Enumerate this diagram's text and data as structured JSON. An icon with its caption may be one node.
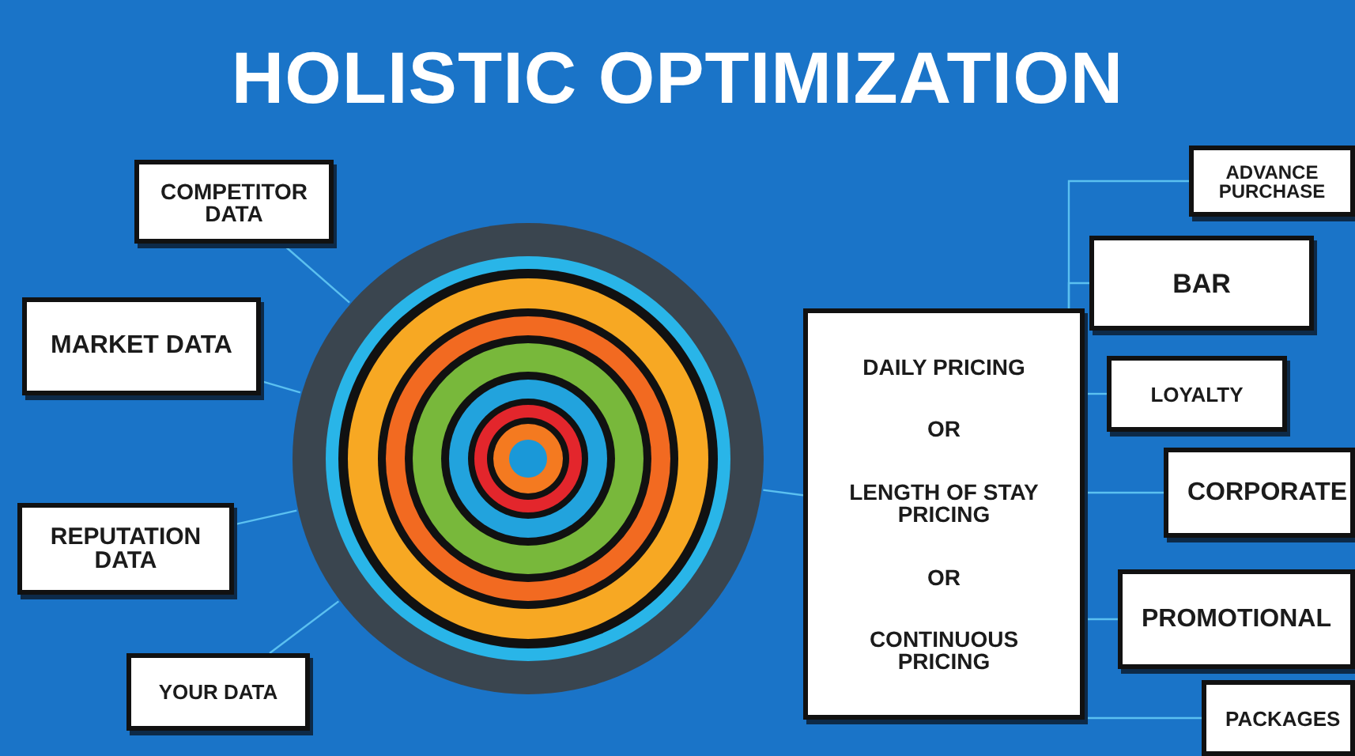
{
  "diagram": {
    "title": "HOLISTIC OPTIMIZATION",
    "nodes": [
      {
        "text": [
          "COMPETITOR DATA"
        ]
      },
      {
        "text": [
          "MARKET DATA"
        ]
      },
      {
        "text": [
          "REPUTATION DATA"
        ]
      },
      {
        "text": [
          "YOUR DATA"
        ]
      },
      {
        "text": [],
        "shape": "circle"
      },
      {
        "text": [
          "DAILY PRICING",
          "OR",
          "LENGTH OF STAY PRICING",
          "OR",
          "CONTINUOUS PRICING"
        ]
      },
      {
        "text": [
          "ADVANCE PURCHASE"
        ]
      },
      {
        "text": [
          "BAR"
        ]
      },
      {
        "text": [
          "LOYALTY"
        ]
      },
      {
        "text": [
          "CORPORATE"
        ]
      },
      {
        "text": [
          "PROMOTIONAL"
        ]
      },
      {
        "text": [
          "PACKAGES"
        ]
      }
    ],
    "edges": [
      {
        "from": 0,
        "to": 4,
        "arrow": "none"
      },
      {
        "from": 1,
        "to": 4,
        "arrow": "none"
      },
      {
        "from": 2,
        "to": 4,
        "arrow": "none"
      },
      {
        "from": 3,
        "to": 4,
        "arrow": "none"
      },
      {
        "from": 4,
        "to": 5,
        "arrow": "none"
      },
      {
        "from": 6,
        "to": 5,
        "arrow": "none"
      },
      {
        "from": 7,
        "to": 5,
        "arrow": "none"
      },
      {
        "from": 8,
        "to": 5,
        "arrow": "none"
      },
      {
        "from": 9,
        "to": 5,
        "arrow": "none"
      },
      {
        "from": 10,
        "to": 5,
        "arrow": "none"
      },
      {
        "from": 11,
        "to": 5,
        "arrow": "none"
      }
    ]
  }
}
